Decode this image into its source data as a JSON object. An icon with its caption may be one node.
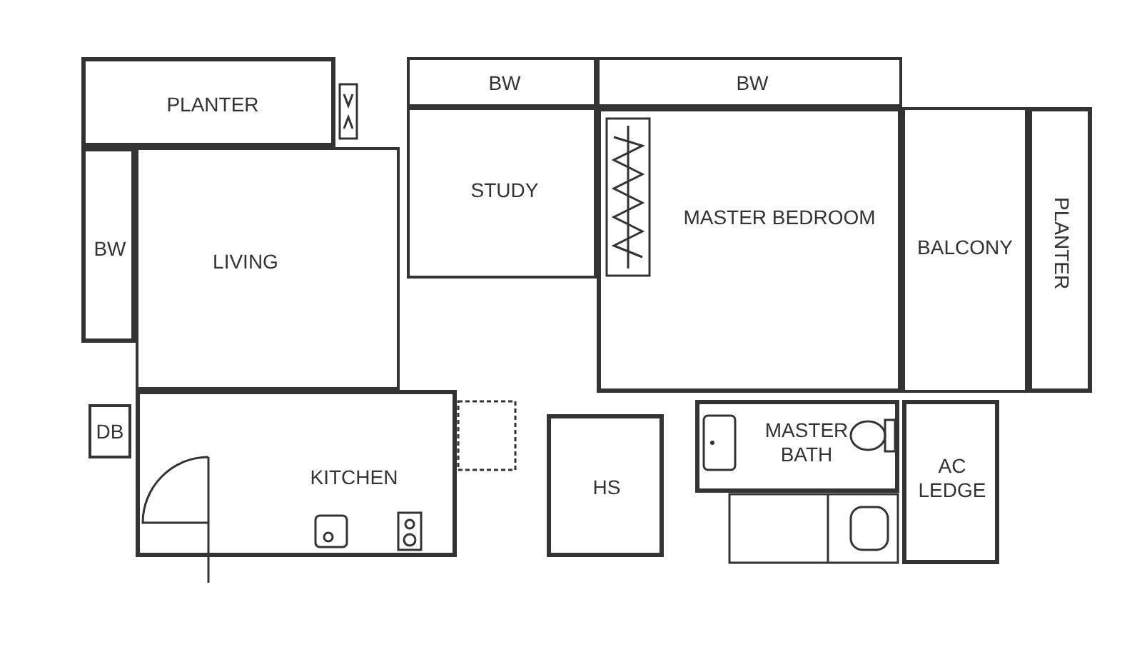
{
  "diagram": {
    "nodes": [
      {
        "text": [
          "PLANTER"
        ]
      },
      {
        "text": [
          "BW"
        ]
      },
      {
        "text": [
          "BW"
        ]
      },
      {
        "text": [
          "STUDY"
        ]
      },
      {
        "text": [
          "BW"
        ]
      },
      {
        "text": [
          "LIVING"
        ]
      },
      {
        "text": [
          "MASTER BEDROOM"
        ]
      },
      {
        "text": [
          "BALCONY"
        ]
      },
      {
        "text": [
          "PLANTER"
        ]
      },
      {
        "text": [
          "DB"
        ]
      },
      {
        "text": [
          "KITCHEN"
        ]
      },
      {
        "text": [
          "HS"
        ]
      },
      {
        "text": [
          "MASTER BATH"
        ]
      },
      {
        "text": [
          "AC LEDGE"
        ]
      }
    ]
  }
}
